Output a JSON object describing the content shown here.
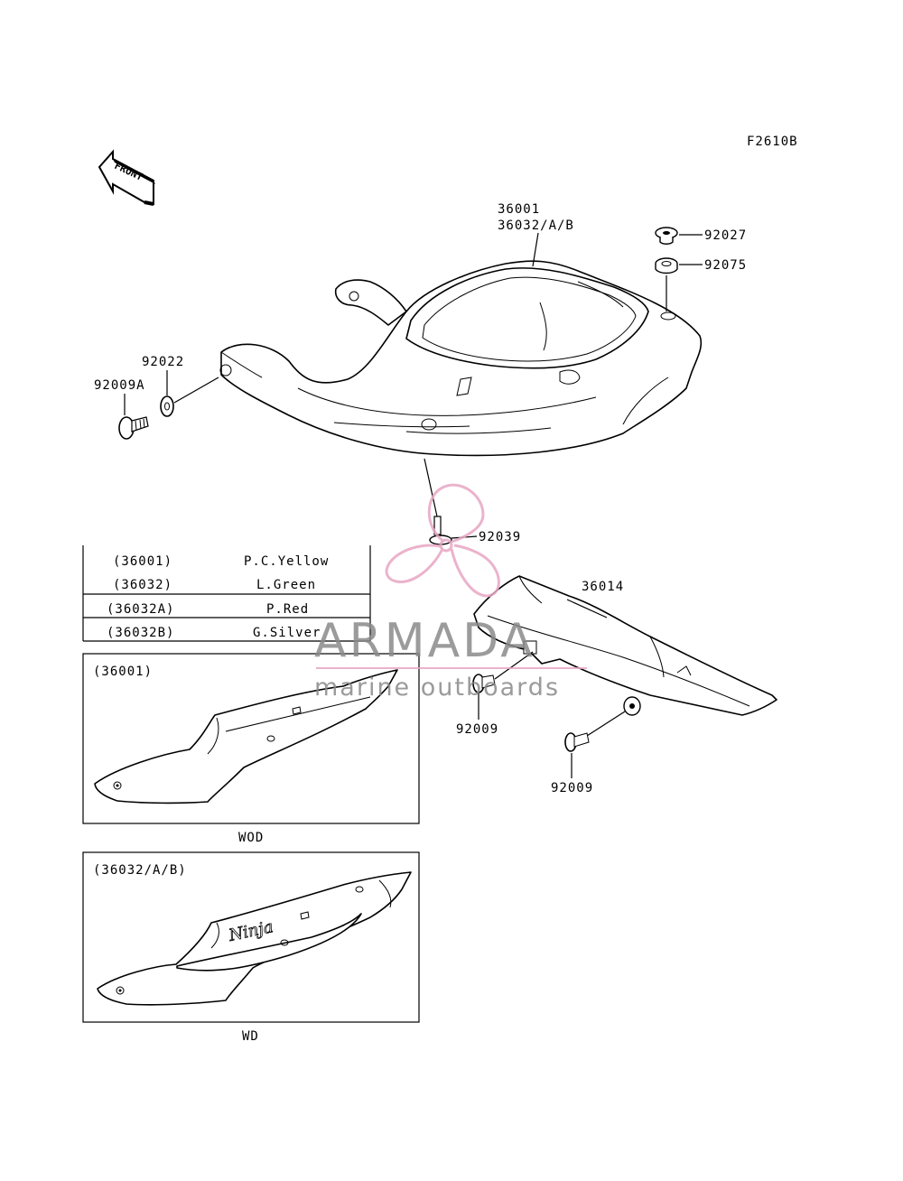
{
  "figure_code": "F2610B",
  "front_label": "FRONT",
  "callouts": {
    "p36001": "36001",
    "p36032": "36032/A/B",
    "p92027": "92027",
    "p92075": "92075",
    "p92022": "92022",
    "p92009A": "92009A",
    "p92039": "92039",
    "p36014": "36014",
    "p92009_a": "92009",
    "p92009_b": "92009"
  },
  "color_table": [
    {
      "part": "(36001)",
      "color": "P.C.Yellow"
    },
    {
      "part": "(36032)",
      "color": "L.Green"
    },
    {
      "part": "(36032A)",
      "color": "P.Red"
    },
    {
      "part": "(36032B)",
      "color": "G.Silver"
    }
  ],
  "inset_wod": {
    "title": "(36001)",
    "caption": "WOD"
  },
  "inset_wd": {
    "title": "(36032/A/B)",
    "caption": "WD",
    "logo_text": "Ninja"
  },
  "watermark": {
    "brand": "ARMADA",
    "tagline": "marine outboards",
    "brand_color": "#8a8a8a",
    "accent_color": "#e8a6c4"
  }
}
